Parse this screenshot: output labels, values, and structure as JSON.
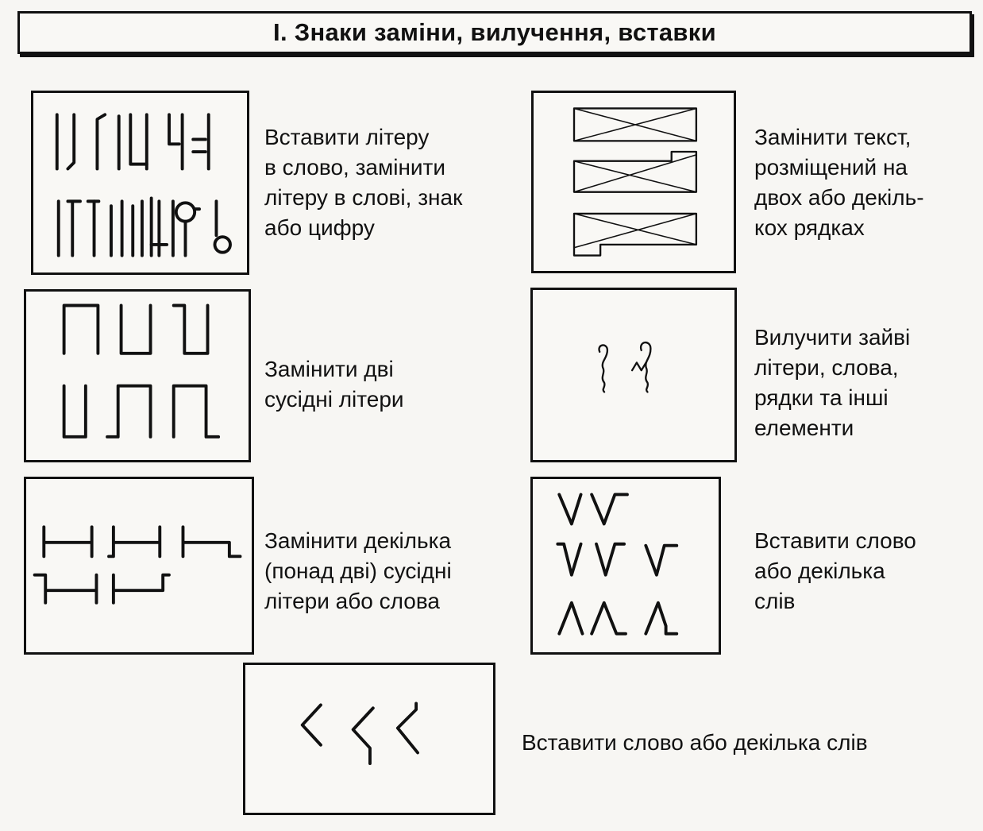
{
  "title": "І. Знаки заміни, вилучення, вставки",
  "items": [
    {
      "text": "Вставити літеру\nв слово, замінити\nлітеру в слові, знак\nабо цифру"
    },
    {
      "text": "Замінити текст,\nрозміщений на\nдвох або декіль-\nкох рядках"
    },
    {
      "text": "Замінити дві\nсусідні літери"
    },
    {
      "text": "Вилучити зайві\nлітери, слова,\nрядки та інші\nелементи"
    },
    {
      "text": "Замінити декілька\n(понад дві) сусідні\nлітери або слова"
    },
    {
      "text": "Вставити слово\nабо декілька\nслів"
    },
    {
      "text": "Вставити слово або декілька слів"
    }
  ]
}
